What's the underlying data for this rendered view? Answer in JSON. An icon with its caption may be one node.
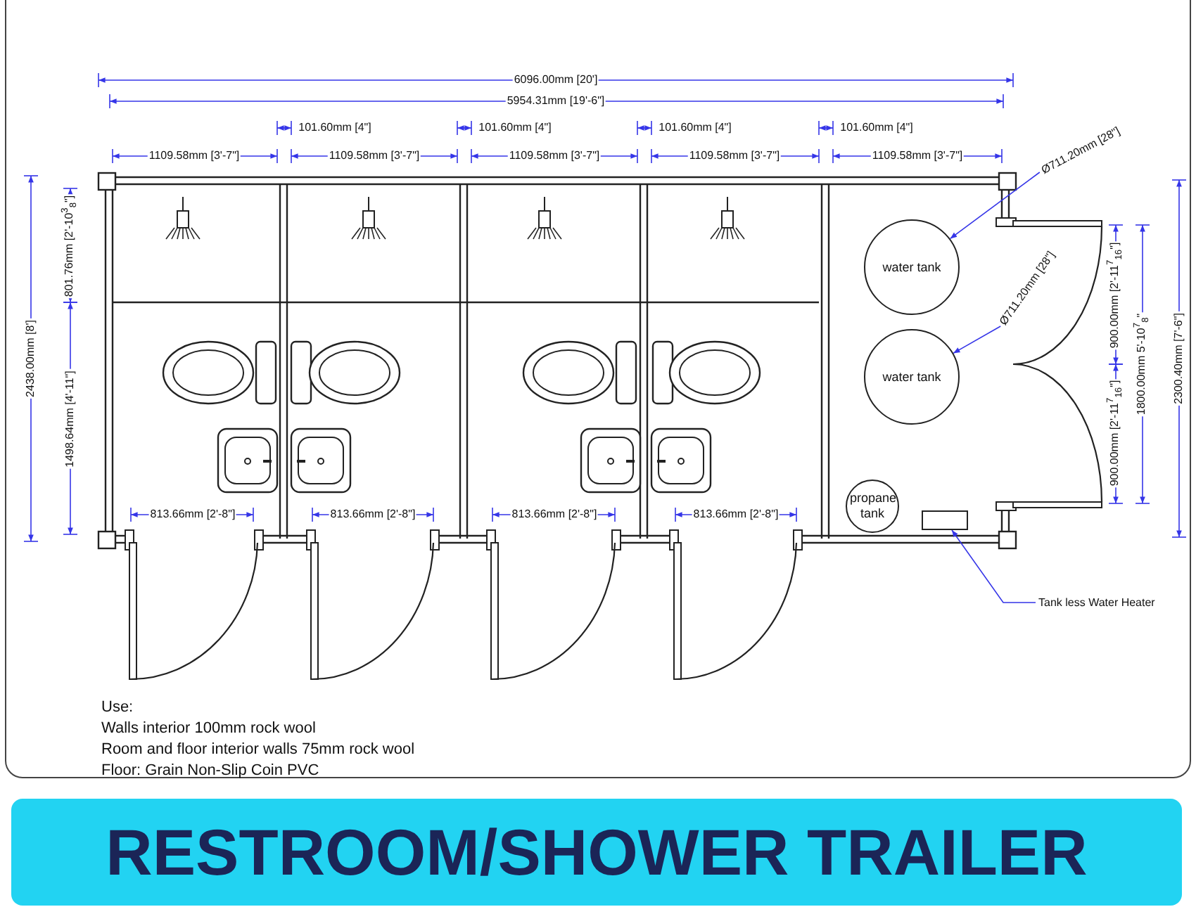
{
  "diagram": {
    "title": "RESTROOM/SHOWER TRAILER",
    "nodes": [
      {
        "text": [
          "Ø711.20mm [28\"]"
        ]
      },
      {
        "text": [
          "water tank"
        ]
      },
      {
        "text": [
          "Ø711.20mm [28\"]"
        ]
      },
      {
        "text": [
          "water tank"
        ]
      },
      {
        "text": [
          "propane tank"
        ]
      },
      {
        "text": [],
        "shape": "box"
      },
      {
        "text": [
          "Tank less Water Heater"
        ]
      }
    ],
    "edges": [
      {
        "from": 0,
        "to": 1,
        "arrow": "to"
      },
      {
        "from": 2,
        "to": 3,
        "arrow": "to"
      },
      {
        "from": 6,
        "to": 5,
        "arrow": "to"
      }
    ],
    "labels": [
      "6096.00mm [20']",
      "5954.31mm [19'-6\"]",
      "101.60mm [4\"]",
      "101.60mm [4\"]",
      "101.60mm [4\"]",
      "101.60mm [4\"]",
      "1109.58mm [3'-7\"]",
      "1109.58mm [3'-7\"]",
      "1109.58mm [3'-7\"]",
      "1109.58mm [3'-7\"]",
      "1109.58mm [3'-7\"]",
      "2438.00mm [8']",
      "801.76mm [2'-10$^{3}$$_{8}$\"]",
      "2300.40mm [7'-6\"]",
      "900.00mm [2'-11$^{7}$$_{16}$\"]",
      "1800.00mm 5'-10$^{7}$$_{8}$\"",
      "1498.64mm [4'-11\"]",
      "900.00mm [2'-11$^{7}$$_{16}$\"]",
      "813.66mm [2'-8\"]",
      "813.66mm [2'-8\"]",
      "813.66mm [2'-8\"]",
      "813.66mm [2'-8\"]",
      "Use:",
      "Walls interior 100mm rock wool",
      "Room and floor interior walls 75mm rock wool",
      "Floor: Grain Non-Slip Coin PVC"
    ]
  }
}
